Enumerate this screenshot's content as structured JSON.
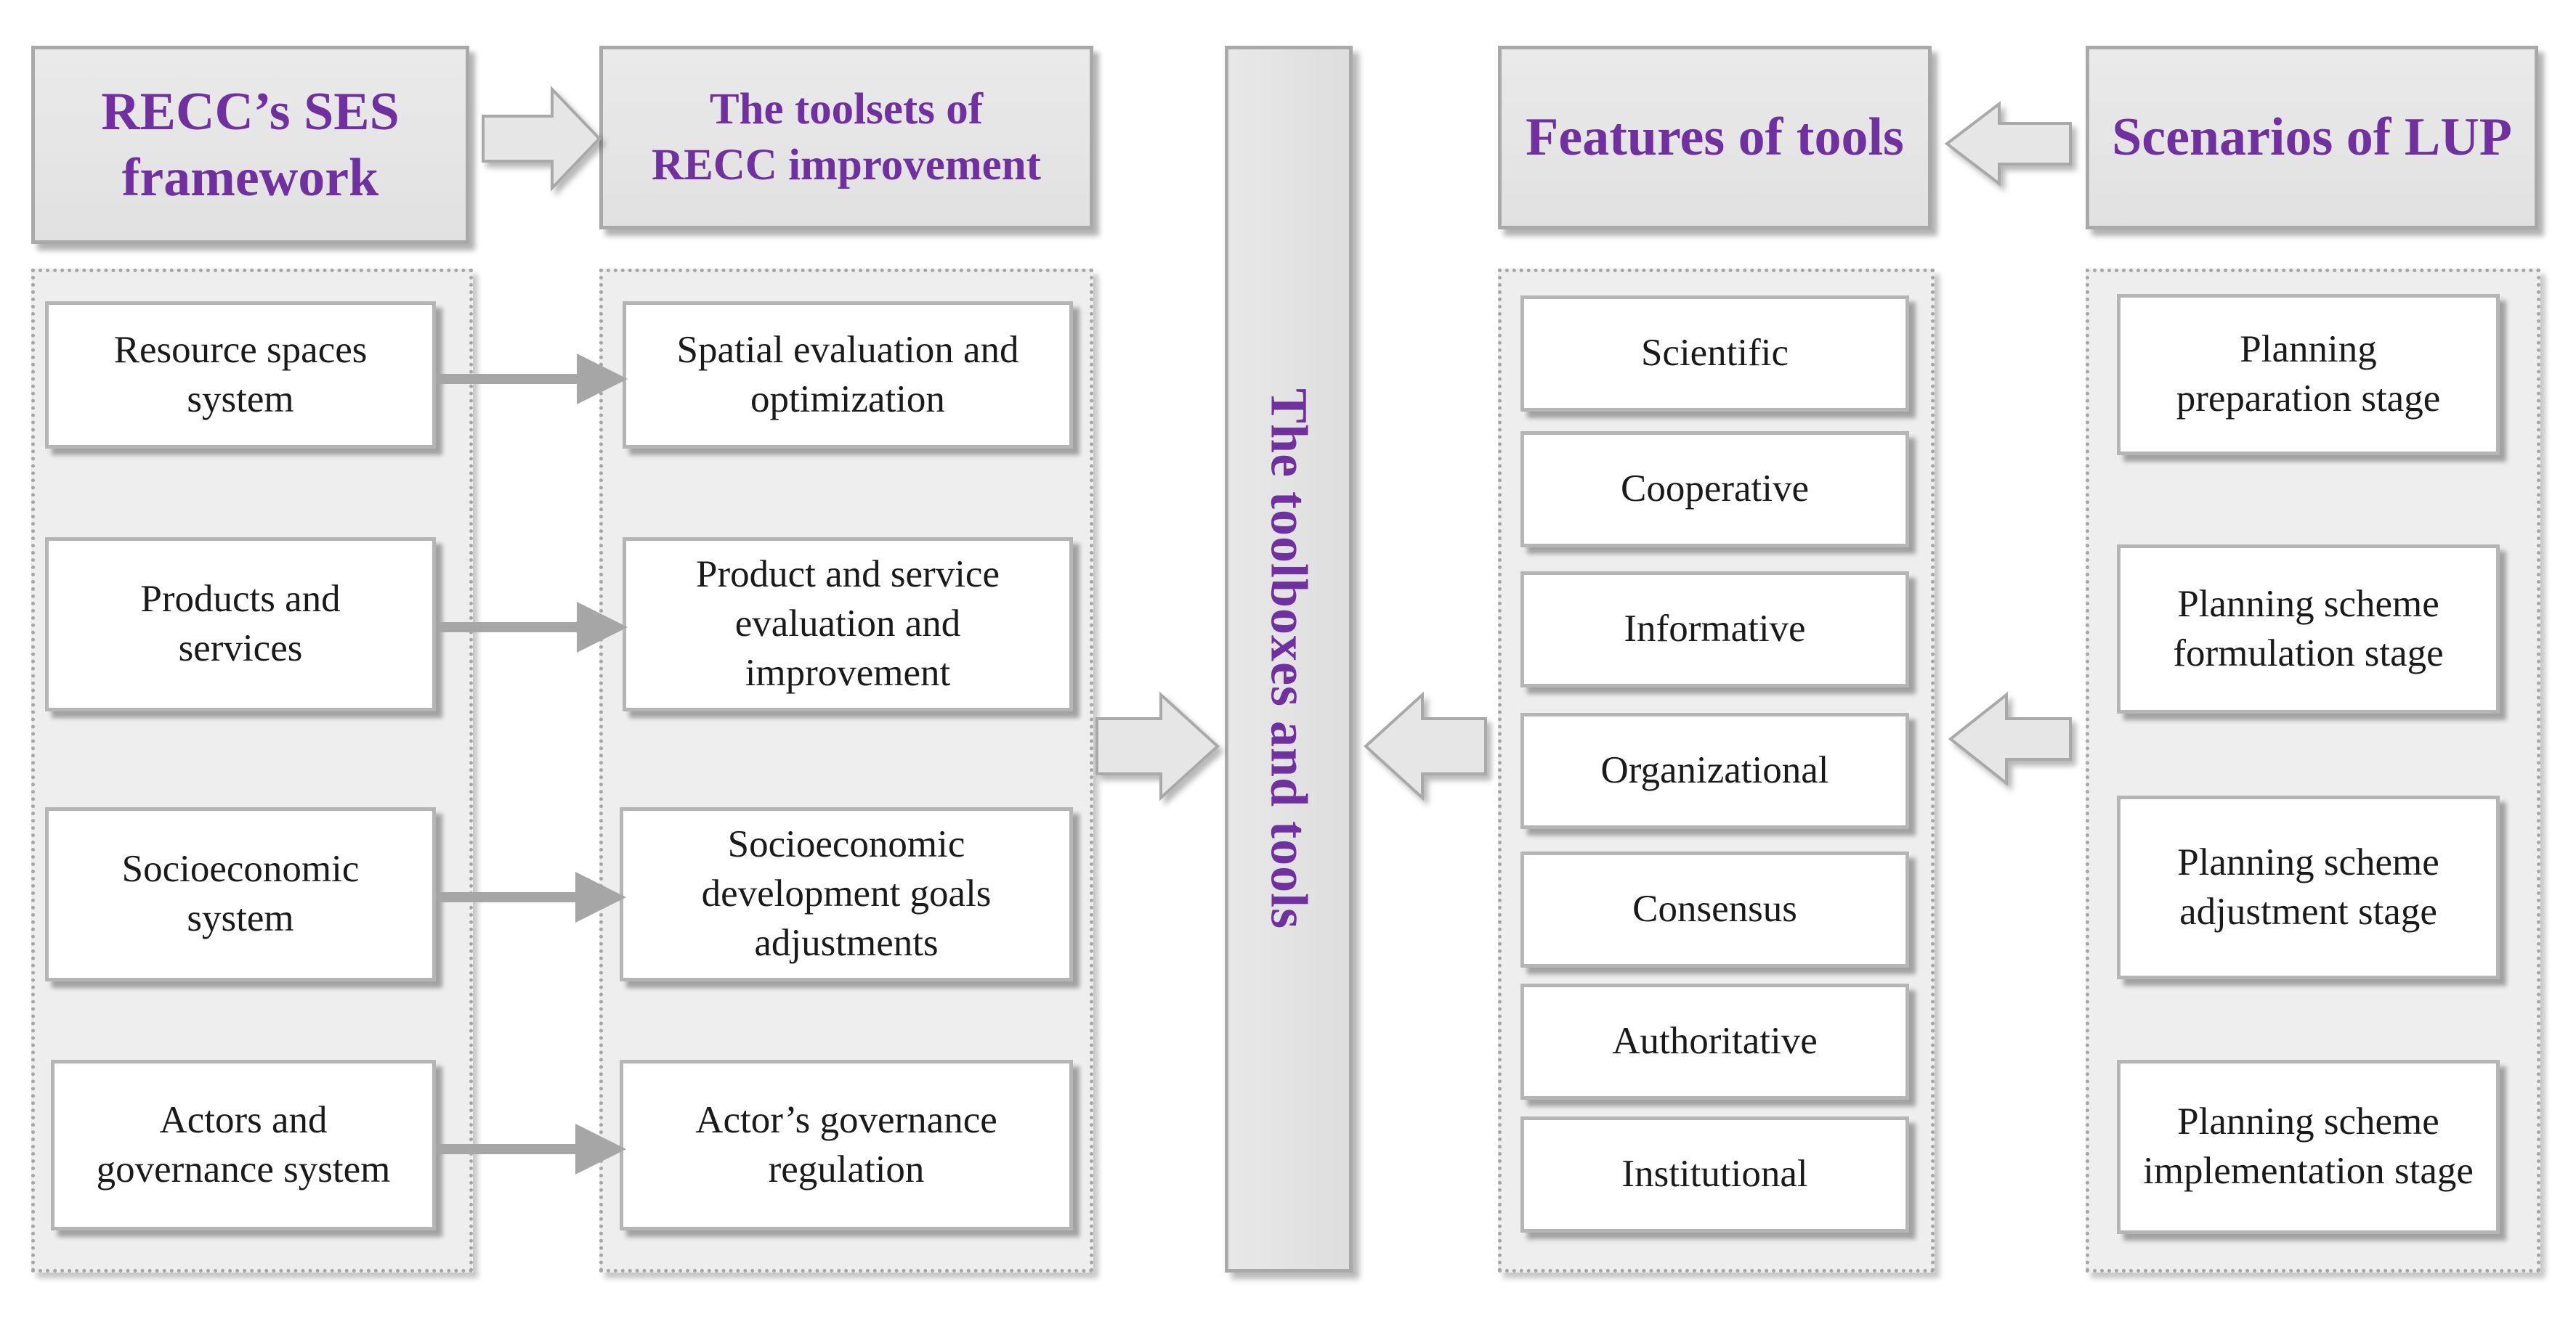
{
  "headers": {
    "recc_ses": "RECC’s SES\nframework",
    "toolsets": "The toolsets of\nRECC improvement",
    "features": "Features of tools",
    "scenarios": "Scenarios of LUP"
  },
  "center_bar": "The toolboxes and tools",
  "ses_framework_items": [
    "Resource spaces\nsystem",
    "Products and\nservices",
    "Socioeconomic\nsystem",
    "Actors and\ngovernance system"
  ],
  "toolset_items": [
    "Spatial evaluation and\noptimization",
    "Product and service\nevaluation and\nimprovement",
    "Socioeconomic\ndevelopment goals\nadjustments",
    "Actor’s governance\nregulation"
  ],
  "feature_items": [
    "Scientific",
    "Cooperative",
    "Informative",
    "Organizational",
    "Consensus",
    "Authoritative",
    "Institutional"
  ],
  "scenario_items": [
    "Planning\npreparation stage",
    "Planning  scheme\nformulation stage",
    "Planning  scheme\nadjustment stage",
    "Planning  scheme\nimplementation stage"
  ],
  "colors": {
    "title_purple": "#7030a0",
    "header_fill": "#e4e4e4",
    "group_fill": "#eeeeee",
    "border_gray": "#a9a9a9",
    "connector_gray": "#a6a6a6"
  }
}
